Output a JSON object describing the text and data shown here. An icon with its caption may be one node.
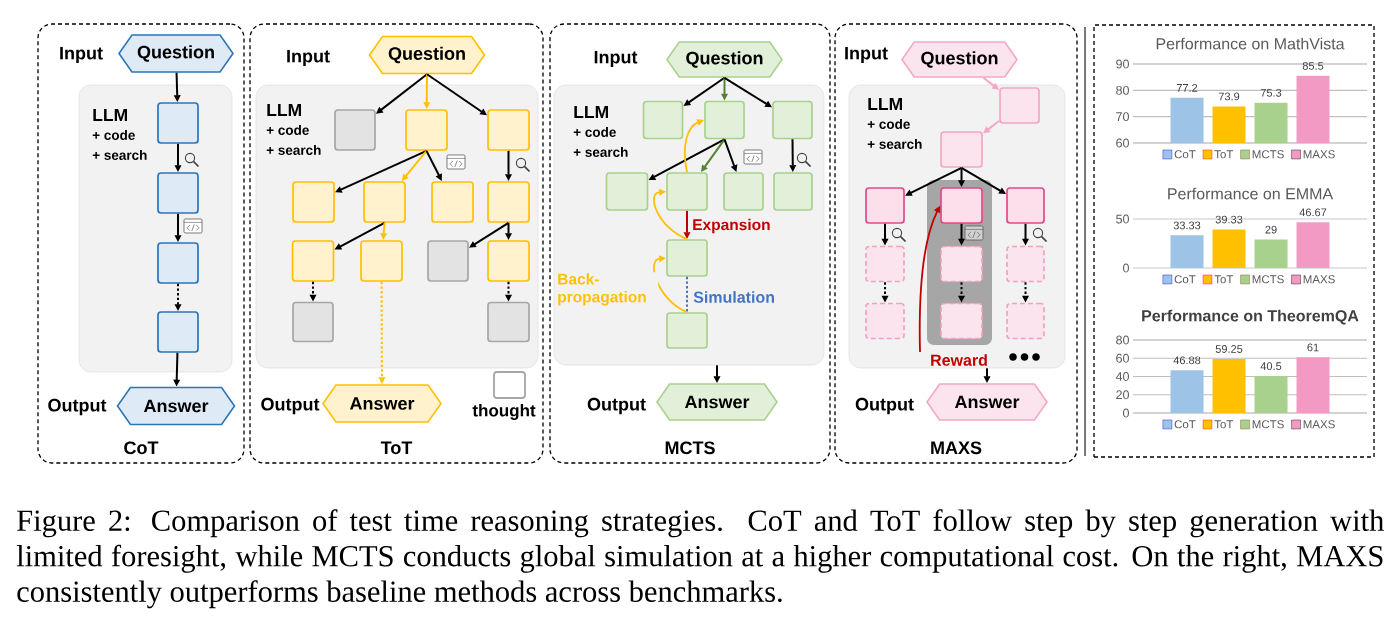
{
  "diagram": {
    "caption": "Figure 2: Comparison of test time reasoning strategies. CoT and ToT follow step by step generation with limited foresight, while MCTS conducts global simulation at a higher computational cost. On the right, MAXS consistently outperforms baseline methods across benchmarks.",
    "nodes": [
      {
        "text": [
          "CoT"
        ]
      },
      {
        "text": [
          "Question"
        ],
        "beside": [
          "Input"
        ],
        "in": 0
      },
      {
        "text": [
          "LLM",
          "+ code",
          "+ search"
        ],
        "in": 0
      },
      {
        "text": [],
        "shape": "box",
        "in": 2
      },
      {
        "text": [],
        "shape": "box",
        "in": 2
      },
      {
        "text": [],
        "shape": "box",
        "in": 2
      },
      {
        "text": [],
        "shape": "box",
        "in": 2
      },
      {
        "text": [
          "Answer"
        ],
        "beside": [
          "Output"
        ],
        "in": 0
      },
      {
        "text": [
          "ToT"
        ]
      },
      {
        "text": [
          "Question"
        ],
        "beside": [
          "Input"
        ],
        "in": 8
      },
      {
        "text": [
          "LLM",
          "+ code",
          "+ search"
        ],
        "in": 8
      },
      {
        "text": [],
        "shape": "box",
        "in": 10
      },
      {
        "text": [],
        "shape": "box",
        "in": 10
      },
      {
        "text": [],
        "shape": "box",
        "in": 10
      },
      {
        "text": [],
        "shape": "box",
        "in": 10
      },
      {
        "text": [],
        "shape": "box",
        "in": 10
      },
      {
        "text": [],
        "shape": "box",
        "in": 10
      },
      {
        "text": [],
        "shape": "box",
        "in": 10
      },
      {
        "text": [],
        "shape": "box",
        "in": 10
      },
      {
        "text": [],
        "shape": "box",
        "in": 10
      },
      {
        "text": [],
        "shape": "box",
        "in": 10
      },
      {
        "text": [],
        "shape": "box",
        "in": 10
      },
      {
        "text": [],
        "shape": "box",
        "in": 10
      },
      {
        "text": [],
        "shape": "box",
        "in": 10
      },
      {
        "text": [
          "Answer"
        ],
        "beside": [
          "Output"
        ],
        "in": 8
      },
      {
        "text": [
          "MCTS"
        ]
      },
      {
        "text": [
          "Question"
        ],
        "beside": [
          "Input"
        ],
        "in": 25
      },
      {
        "text": [
          "LLM",
          "+ code",
          "+ search"
        ],
        "in": 25
      },
      {
        "text": [],
        "shape": "box",
        "in": 27
      },
      {
        "text": [],
        "shape": "box",
        "in": 27
      },
      {
        "text": [],
        "shape": "box",
        "in": 27
      },
      {
        "text": [],
        "shape": "box",
        "in": 27
      },
      {
        "text": [],
        "shape": "box",
        "in": 27
      },
      {
        "text": [],
        "shape": "box",
        "in": 27
      },
      {
        "text": [],
        "shape": "box",
        "in": 27
      },
      {
        "text": [],
        "shape": "box",
        "in": 27
      },
      {
        "text": [],
        "shape": "box",
        "in": 27
      },
      {
        "text": [
          "Answer"
        ],
        "beside": [
          "Output"
        ],
        "in": 25
      },
      {
        "text": [
          "MAXS"
        ]
      },
      {
        "text": [
          "Question"
        ],
        "beside": [
          "Input"
        ],
        "in": 38
      },
      {
        "text": [
          "LLM",
          "+ code",
          "+ search"
        ],
        "in": 38
      },
      {
        "text": [],
        "shape": "box",
        "in": 40
      },
      {
        "text": [],
        "shape": "box",
        "in": 40
      },
      {
        "text": [],
        "shape": "box",
        "in": 40
      },
      {
        "text": [],
        "shape": "box",
        "in": 40
      },
      {
        "text": [],
        "shape": "box",
        "in": 44
      },
      {
        "text": [],
        "shape": "box",
        "in": 40
      },
      {
        "text": [],
        "shape": "box",
        "in": 40
      },
      {
        "text": [],
        "shape": "box",
        "in": 44
      },
      {
        "text": [],
        "shape": "box",
        "in": 40
      },
      {
        "text": [],
        "shape": "box",
        "in": 40
      },
      {
        "text": [],
        "shape": "box",
        "in": 44
      },
      {
        "text": [],
        "shape": "box",
        "in": 40
      },
      {
        "text": [
          "Answer"
        ],
        "beside": [
          "Output"
        ],
        "in": 38
      },
      {
        "text": [],
        "shape": "box"
      }
    ],
    "edges": [
      {
        "from": 1,
        "to": 3,
        "arrow": "to"
      },
      {
        "from": 3,
        "to": 4,
        "arrow": "to"
      },
      {
        "from": 4,
        "to": 5,
        "arrow": "to"
      },
      {
        "from": 5,
        "to": 6,
        "arrow": "to",
        "style": "dashed"
      },
      {
        "from": 6,
        "to": 7,
        "arrow": "to"
      },
      {
        "from": 9,
        "to": 11,
        "arrow": "to"
      },
      {
        "from": 9,
        "to": 12,
        "arrow": "to",
        "color": "#ffc000"
      },
      {
        "from": 9,
        "to": 13,
        "arrow": "to"
      },
      {
        "from": 12,
        "to": 14,
        "arrow": "to"
      },
      {
        "from": 12,
        "to": 15,
        "arrow": "to",
        "color": "#ffc000"
      },
      {
        "from": 12,
        "to": 16,
        "arrow": "to"
      },
      {
        "from": 13,
        "to": 17,
        "arrow": "to"
      },
      {
        "from": 15,
        "to": 18,
        "arrow": "to"
      },
      {
        "from": 15,
        "to": 19,
        "arrow": "to",
        "color": "#ffc000"
      },
      {
        "from": 17,
        "to": 20,
        "arrow": "to"
      },
      {
        "from": 17,
        "to": 21,
        "arrow": "to"
      },
      {
        "from": 18,
        "to": 22,
        "arrow": "to",
        "style": "dashed"
      },
      {
        "from": 21,
        "to": 23,
        "arrow": "to",
        "style": "dashed"
      },
      {
        "from": 19,
        "to": 24,
        "arrow": "to",
        "style": "dashed",
        "color": "#ffc000"
      },
      {
        "from": 26,
        "to": 28,
        "arrow": "to"
      },
      {
        "from": 26,
        "to": 29,
        "arrow": "to",
        "color": "#548235"
      },
      {
        "from": 26,
        "to": 30,
        "arrow": "to"
      },
      {
        "from": 29,
        "to": 31,
        "arrow": "to"
      },
      {
        "from": 29,
        "to": 32,
        "arrow": "to",
        "color": "#548235"
      },
      {
        "from": 29,
        "to": 33,
        "arrow": "to"
      },
      {
        "from": 30,
        "to": 34,
        "arrow": "to"
      },
      {
        "from": 32,
        "to": 35,
        "arrow": "to",
        "color": "#c00000",
        "label": "Expansion"
      },
      {
        "from": 35,
        "to": 36,
        "arrow": "none",
        "style": "dashed",
        "color": "#4472c4",
        "label": "Simulation"
      },
      {
        "from": 36,
        "to": 35,
        "arrow": "to",
        "color": "#ffc000",
        "label": "Back-propagation"
      },
      {
        "from": 35,
        "to": 32,
        "arrow": "to",
        "color": "#ffc000"
      },
      {
        "from": 32,
        "to": 29,
        "arrow": "to",
        "color": "#ffc000"
      },
      {
        "from": 27,
        "to": 37,
        "arrow": "to"
      },
      {
        "from": 39,
        "to": 41,
        "arrow": "to",
        "color": "#f4a6c6"
      },
      {
        "from": 41,
        "to": 42,
        "arrow": "to",
        "color": "#f4a6c6"
      },
      {
        "from": 42,
        "to": 43,
        "arrow": "to"
      },
      {
        "from": 42,
        "to": 45,
        "arrow": "to"
      },
      {
        "from": 42,
        "to": 46,
        "arrow": "to"
      },
      {
        "from": 43,
        "to": 47,
        "arrow": "to"
      },
      {
        "from": 45,
        "to": 48,
        "arrow": "to"
      },
      {
        "from": 46,
        "to": 49,
        "arrow": "to"
      },
      {
        "from": 47,
        "to": 50,
        "arrow": "to",
        "style": "dashed"
      },
      {
        "from": 48,
        "to": 51,
        "arrow": "to",
        "style": "dashed"
      },
      {
        "from": 49,
        "to": 52,
        "arrow": "to",
        "style": "dashed"
      },
      {
        "from": null,
        "to": 45,
        "arrow": "to",
        "color": "#c00000",
        "label": "Reward"
      },
      {
        "from": 40,
        "to": 53,
        "arrow": "to"
      }
    ],
    "legend": [
      {
        "text": "thought"
      }
    ],
    "chart_data": [
      {
        "type": "bar",
        "title": "Performance on MathVista",
        "series": [
          {
            "name": "CoT",
            "color": "#9dc3e6",
            "values": [
              77.2
            ]
          },
          {
            "name": "ToT",
            "color": "#ffc000",
            "values": [
              73.9
            ]
          },
          {
            "name": "MCTS",
            "color": "#a9d18e",
            "values": [
              75.3
            ]
          },
          {
            "name": "MAXS",
            "color": "#f29ac4",
            "values": [
              85.5
            ]
          }
        ],
        "ylim": [
          60,
          90
        ],
        "yticks": [
          60,
          70,
          80,
          90
        ],
        "data_labels": true,
        "legend": "bottom",
        "grid": true
      },
      {
        "type": "bar",
        "title": "Performance on EMMA",
        "series": [
          {
            "name": "CoT",
            "color": "#9dc3e6",
            "values": [
              33.33
            ]
          },
          {
            "name": "ToT",
            "color": "#ffc000",
            "values": [
              39.33
            ]
          },
          {
            "name": "MCTS",
            "color": "#a9d18e",
            "values": [
              29
            ]
          },
          {
            "name": "MAXS",
            "color": "#f29ac4",
            "values": [
              46.67
            ]
          }
        ],
        "ylim": [
          0,
          50
        ],
        "yticks": [
          0,
          50
        ],
        "data_labels": true,
        "legend": "bottom"
      },
      {
        "type": "bar",
        "title": "Performance on TheoremQA",
        "series": [
          {
            "name": "CoT",
            "color": "#9dc3e6",
            "values": [
              46.88
            ]
          },
          {
            "name": "ToT",
            "color": "#ffc000",
            "values": [
              59.25
            ]
          },
          {
            "name": "MCTS",
            "color": "#a9d18e",
            "values": [
              40.5
            ]
          },
          {
            "name": "MAXS",
            "color": "#f29ac4",
            "values": [
              61
            ]
          }
        ],
        "ylim": [
          0,
          80
        ],
        "yticks": [
          0,
          20,
          40,
          60,
          80
        ],
        "data_labels": true,
        "legend": "bottom",
        "grid": true
      }
    ]
  }
}
